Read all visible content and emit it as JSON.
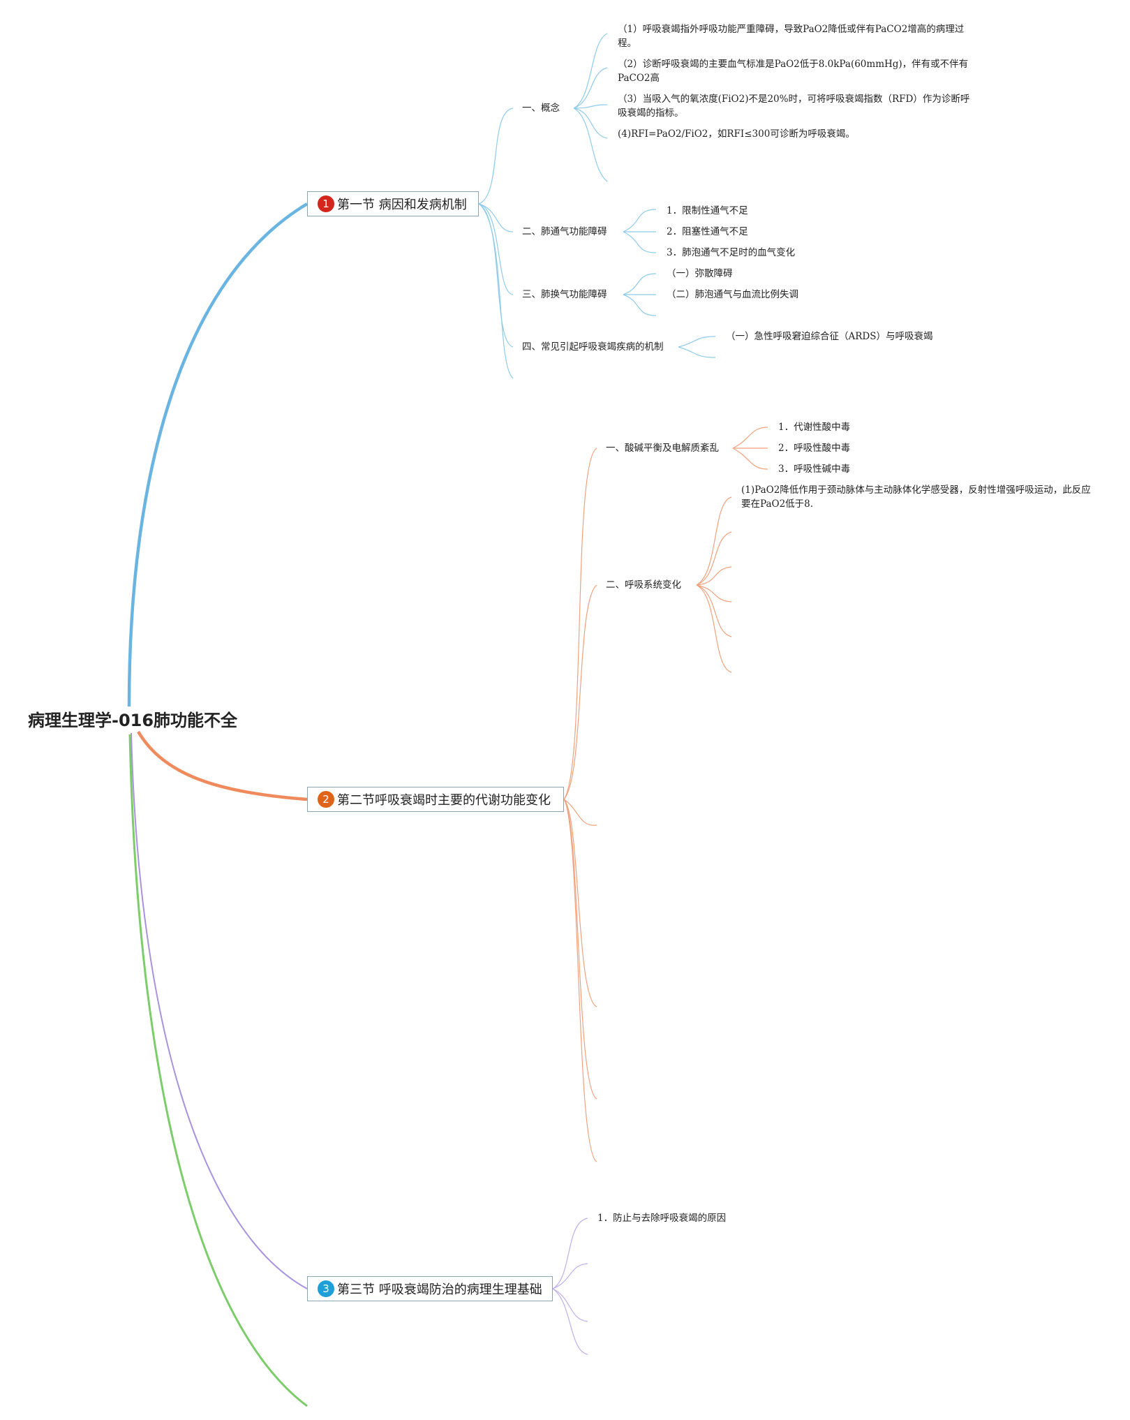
{
  "root": {
    "title": "病理生理学-016肺功能不全"
  },
  "colors": {
    "branch1": "#6ab4e2",
    "branch2": "#ef8a5c",
    "branch3": "#a992de",
    "branch4": "#7ccd6a",
    "num1": "#d4261c",
    "num2": "#e0631a",
    "num3": "#1f9fd8"
  },
  "sections": [
    {
      "num": "1",
      "title": "第一节 病因和发病机制",
      "children": [
        {
          "label": "一、概念",
          "items": [
            "（1）呼吸衰竭指外呼吸功能严重障碍，导致PaO2降低或伴有PaCO2增高的病理过程。",
            "（2）诊断呼吸衰竭的主要血气标准是PaO2低于8.0kPa(60mmHg)，伴有或不伴有PaCO2高",
            "（3）当吸入气的氧浓度(FiO2)不是20%时，可将呼吸衰竭指数（RFD）作为诊断呼吸衰竭的指标。",
            "(4)RFI=PaO2/FiO2，如RFI≤300可诊断为呼吸衰竭。"
          ]
        },
        {
          "label": "二、肺通气功能障碍",
          "items": [
            "1．限制性通气不足",
            "2．阻塞性通气不足",
            "3．肺泡通气不足时的血气变化"
          ]
        },
        {
          "label": "三、肺换气功能障碍",
          "items": [
            "（一）弥散障碍",
            "（二）肺泡通气与血流比例失调"
          ]
        },
        {
          "label": "四、常见引起呼吸衰竭疾病的机制",
          "items": [
            "（一）急性呼吸窘迫综合征（ARDS）与呼吸衰竭"
          ]
        }
      ]
    },
    {
      "num": "2",
      "title": "第二节呼吸衰竭时主要的代谢功能变化",
      "children": [
        {
          "label": "一、酸碱平衡及电解质紊乱",
          "items": [
            "1．代谢性酸中毒",
            "2．呼吸性酸中毒",
            "3．呼吸性碱中毒"
          ]
        },
        {
          "label": "二、呼吸系统变化",
          "items": [
            "(1)PaO2降低作用于颈动脉体与主动脉体化学感受器，反射性增强呼吸运动，此反应要在PaO2低于8."
          ]
        }
      ]
    },
    {
      "num": "3",
      "title": "第三节 呼吸衰竭防治的病理生理基础",
      "children": [
        {
          "label": "1．防止与去除呼吸衰竭的原因"
        }
      ]
    }
  ]
}
